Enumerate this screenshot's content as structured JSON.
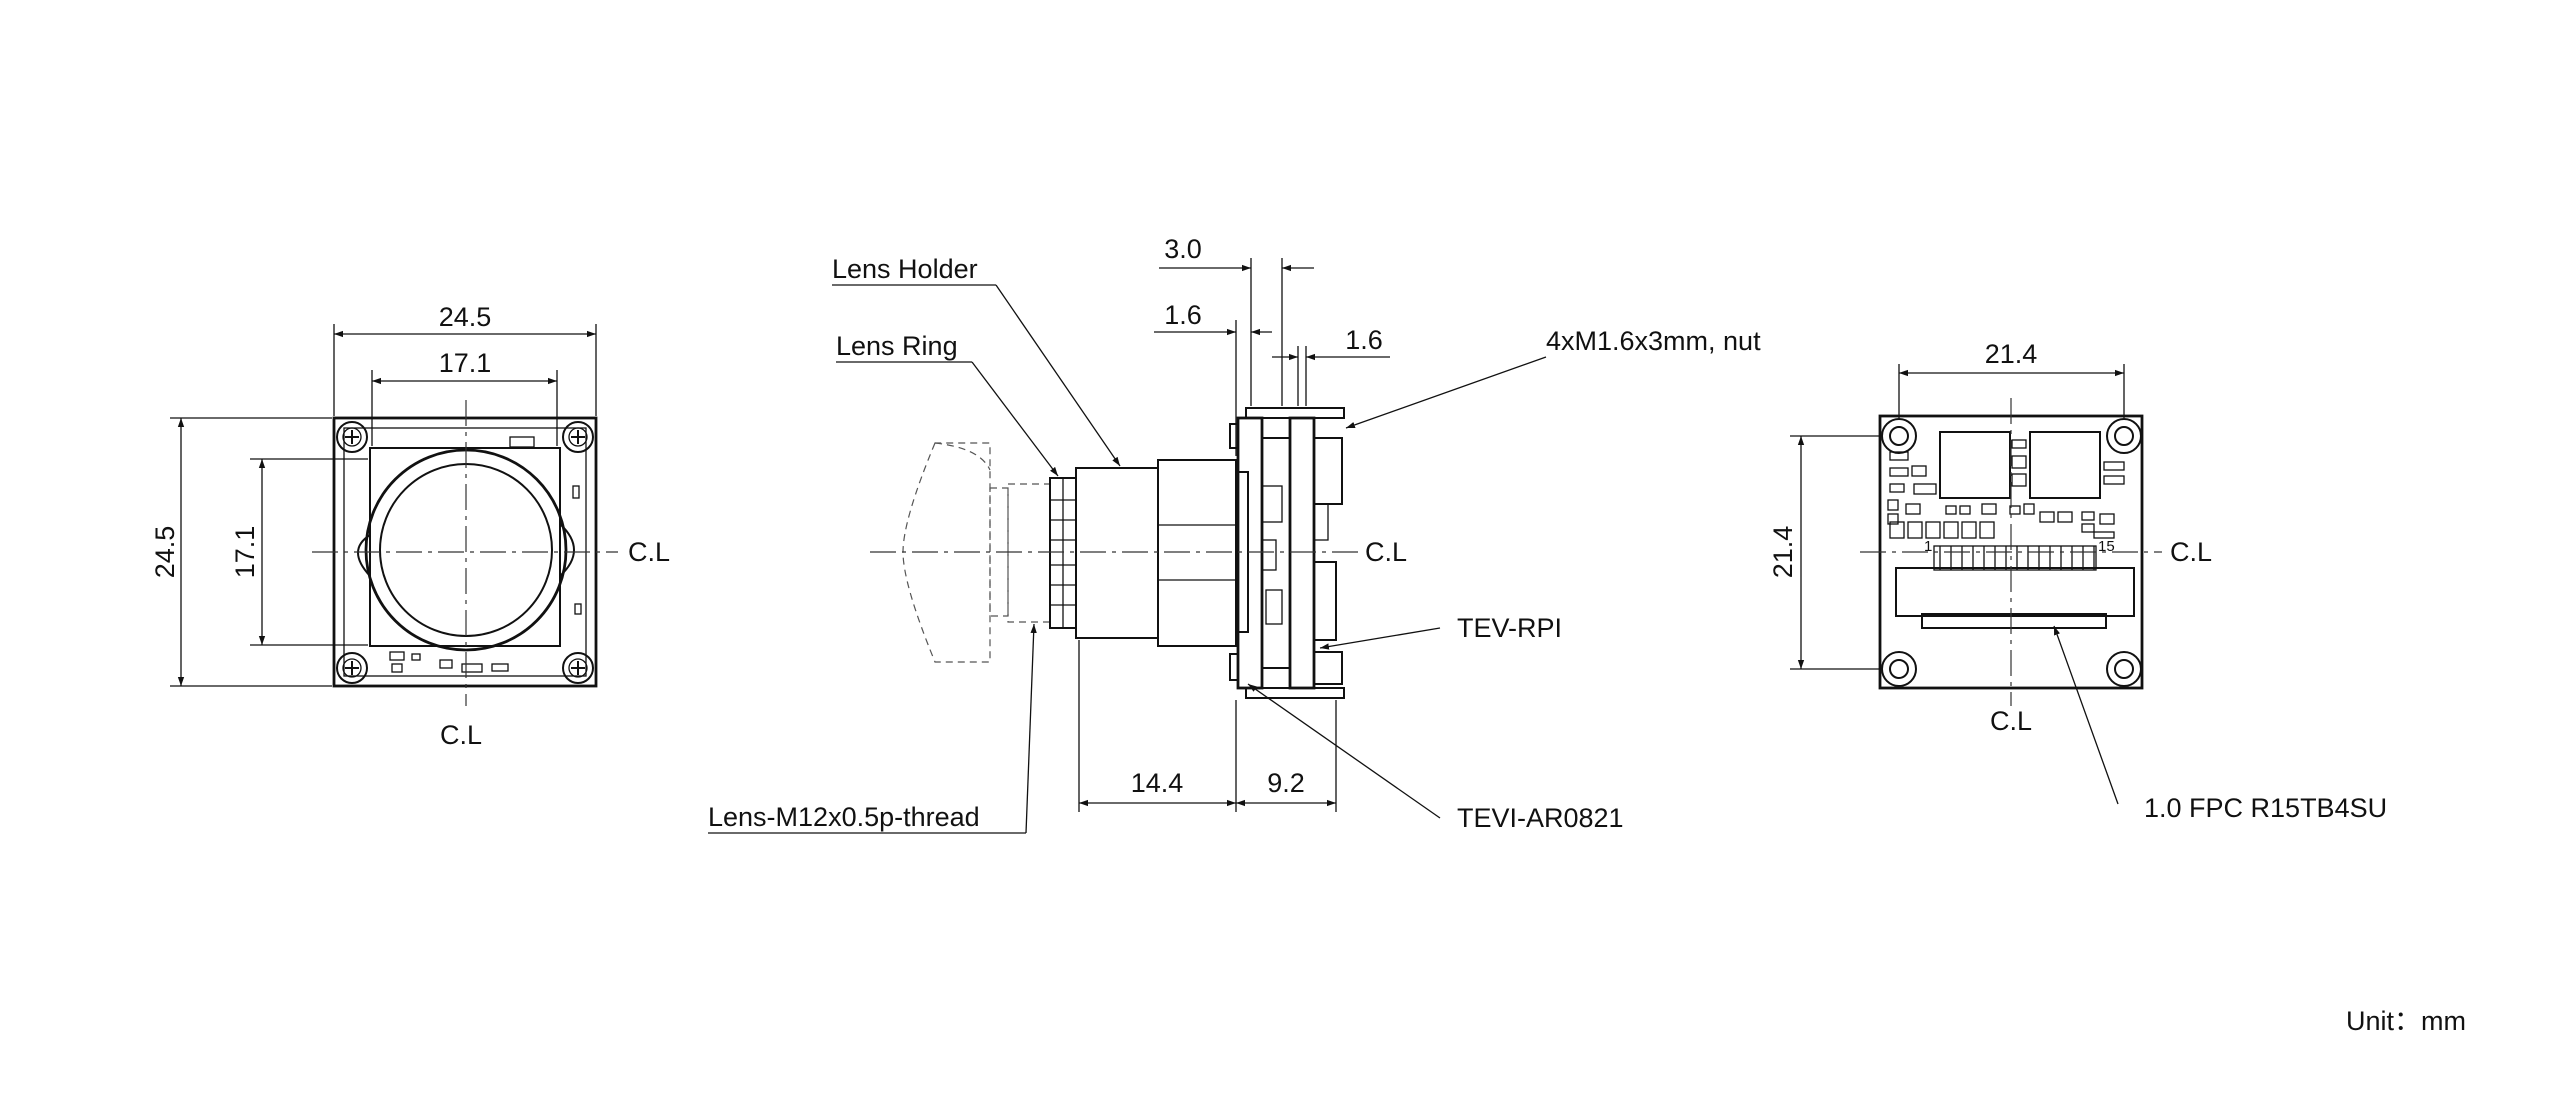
{
  "front_view": {
    "width_overall": "24.5",
    "width_lens": "17.1",
    "height_overall": "24.5",
    "height_lens": "17.1",
    "centerline_h": "C.L",
    "centerline_v": "C.L"
  },
  "side_view": {
    "dim_top": "3.0",
    "dim_left_pcb": "1.6",
    "dim_right_pcb": "1.6",
    "dim_lens_len": "14.4",
    "dim_body_len": "9.2",
    "centerline": "C.L",
    "labels": {
      "lens_holder": "Lens Holder",
      "lens_ring": "Lens Ring",
      "lens_thread": "Lens-M12x0.5p-thread",
      "nut": "4xM1.6x3mm, nut",
      "tev_rpi": "TEV-RPI",
      "tevi": "TEVI-AR0821"
    }
  },
  "back_view": {
    "width": "21.4",
    "height": "21.4",
    "centerline_h": "C.L",
    "centerline_v": "C.L",
    "connector": "1.0 FPC R15TB4SU",
    "pin_first": "1",
    "pin_last": "15"
  },
  "unit": "Unit：mm"
}
